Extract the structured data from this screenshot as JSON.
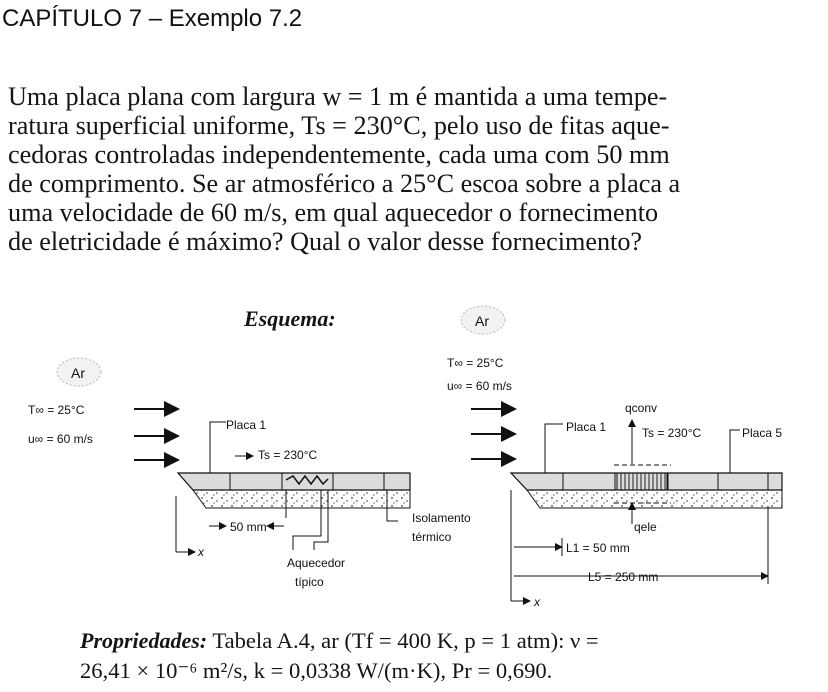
{
  "header": {
    "title": "CAPÍTULO 7 – Exemplo 7.2"
  },
  "problem": {
    "lines": [
      "Uma placa plana com largura w = 1 m é mantida a uma tempe-",
      "ratura superficial uniforme, Ts = 230°C, pelo uso de fitas aque-",
      "cedoras controladas independentemente, cada uma com 50 mm",
      "de comprimento. Se ar atmosférico a 25°C escoa sobre a placa a",
      "uma velocidade de 60 m/s, em qual aquecedor o fornecimento",
      "de eletricidade é máximo? Qual o valor desse fornecimento?"
    ]
  },
  "schematic": {
    "label": "Esquema:",
    "left": {
      "fluid_label": "Ar",
      "t_inf_label": "T∞ = 25°C",
      "u_inf_label": "u∞ = 60 m/s",
      "plate_label": "Placa 1",
      "surface_temp_label": "Ts = 230°C",
      "spacing_label": "50 mm",
      "x_axis_label": "x",
      "insulation_label": "Isolamento",
      "insulation_label_2": "térmico",
      "heater_label": "Aquecedor",
      "heater_label_2": "típico"
    },
    "right": {
      "fluid_label": "Ar",
      "t_inf_label": "T∞ = 25°C",
      "u_inf_label": "u∞ = 60 m/s",
      "plate1_label": "Placa 1",
      "q_conv_label": "qconv",
      "surface_temp_label": "Ts = 230°C",
      "plate5_label": "Placa 5",
      "q_ele_label": "qele",
      "l1_label": "L1 = 50 mm",
      "l5_label": "L5 = 250 mm",
      "x_axis_label": "x"
    }
  },
  "properties": {
    "label": "Propriedades:",
    "lines": [
      "Tabela A.4, ar (Tf = 400 K, p = 1 atm): ν =",
      "26,41 × 10⁻⁶ m²/s, k = 0,0338 W/(m·K), Pr = 0,690."
    ]
  }
}
